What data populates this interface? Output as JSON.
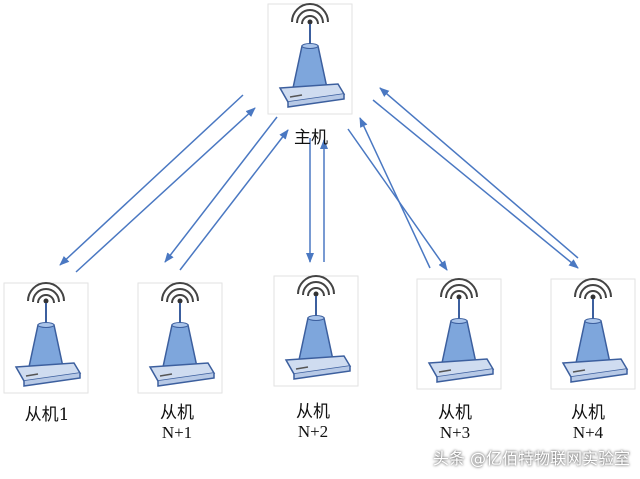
{
  "master": {
    "label": "主机"
  },
  "slaves": [
    {
      "label": "从机1",
      "sub": ""
    },
    {
      "label": "从机",
      "sub": "N+1"
    },
    {
      "label": "从机",
      "sub": "N+2"
    },
    {
      "label": "从机",
      "sub": "N+3"
    },
    {
      "label": "从机",
      "sub": "N+4"
    }
  ],
  "watermark": "头条 @亿佰特物联网实验室",
  "colors": {
    "arrow": "#4a78c2",
    "tower": "#7ea6dc",
    "base": "#cfdcf0",
    "stroke": "#3c5f9e"
  }
}
